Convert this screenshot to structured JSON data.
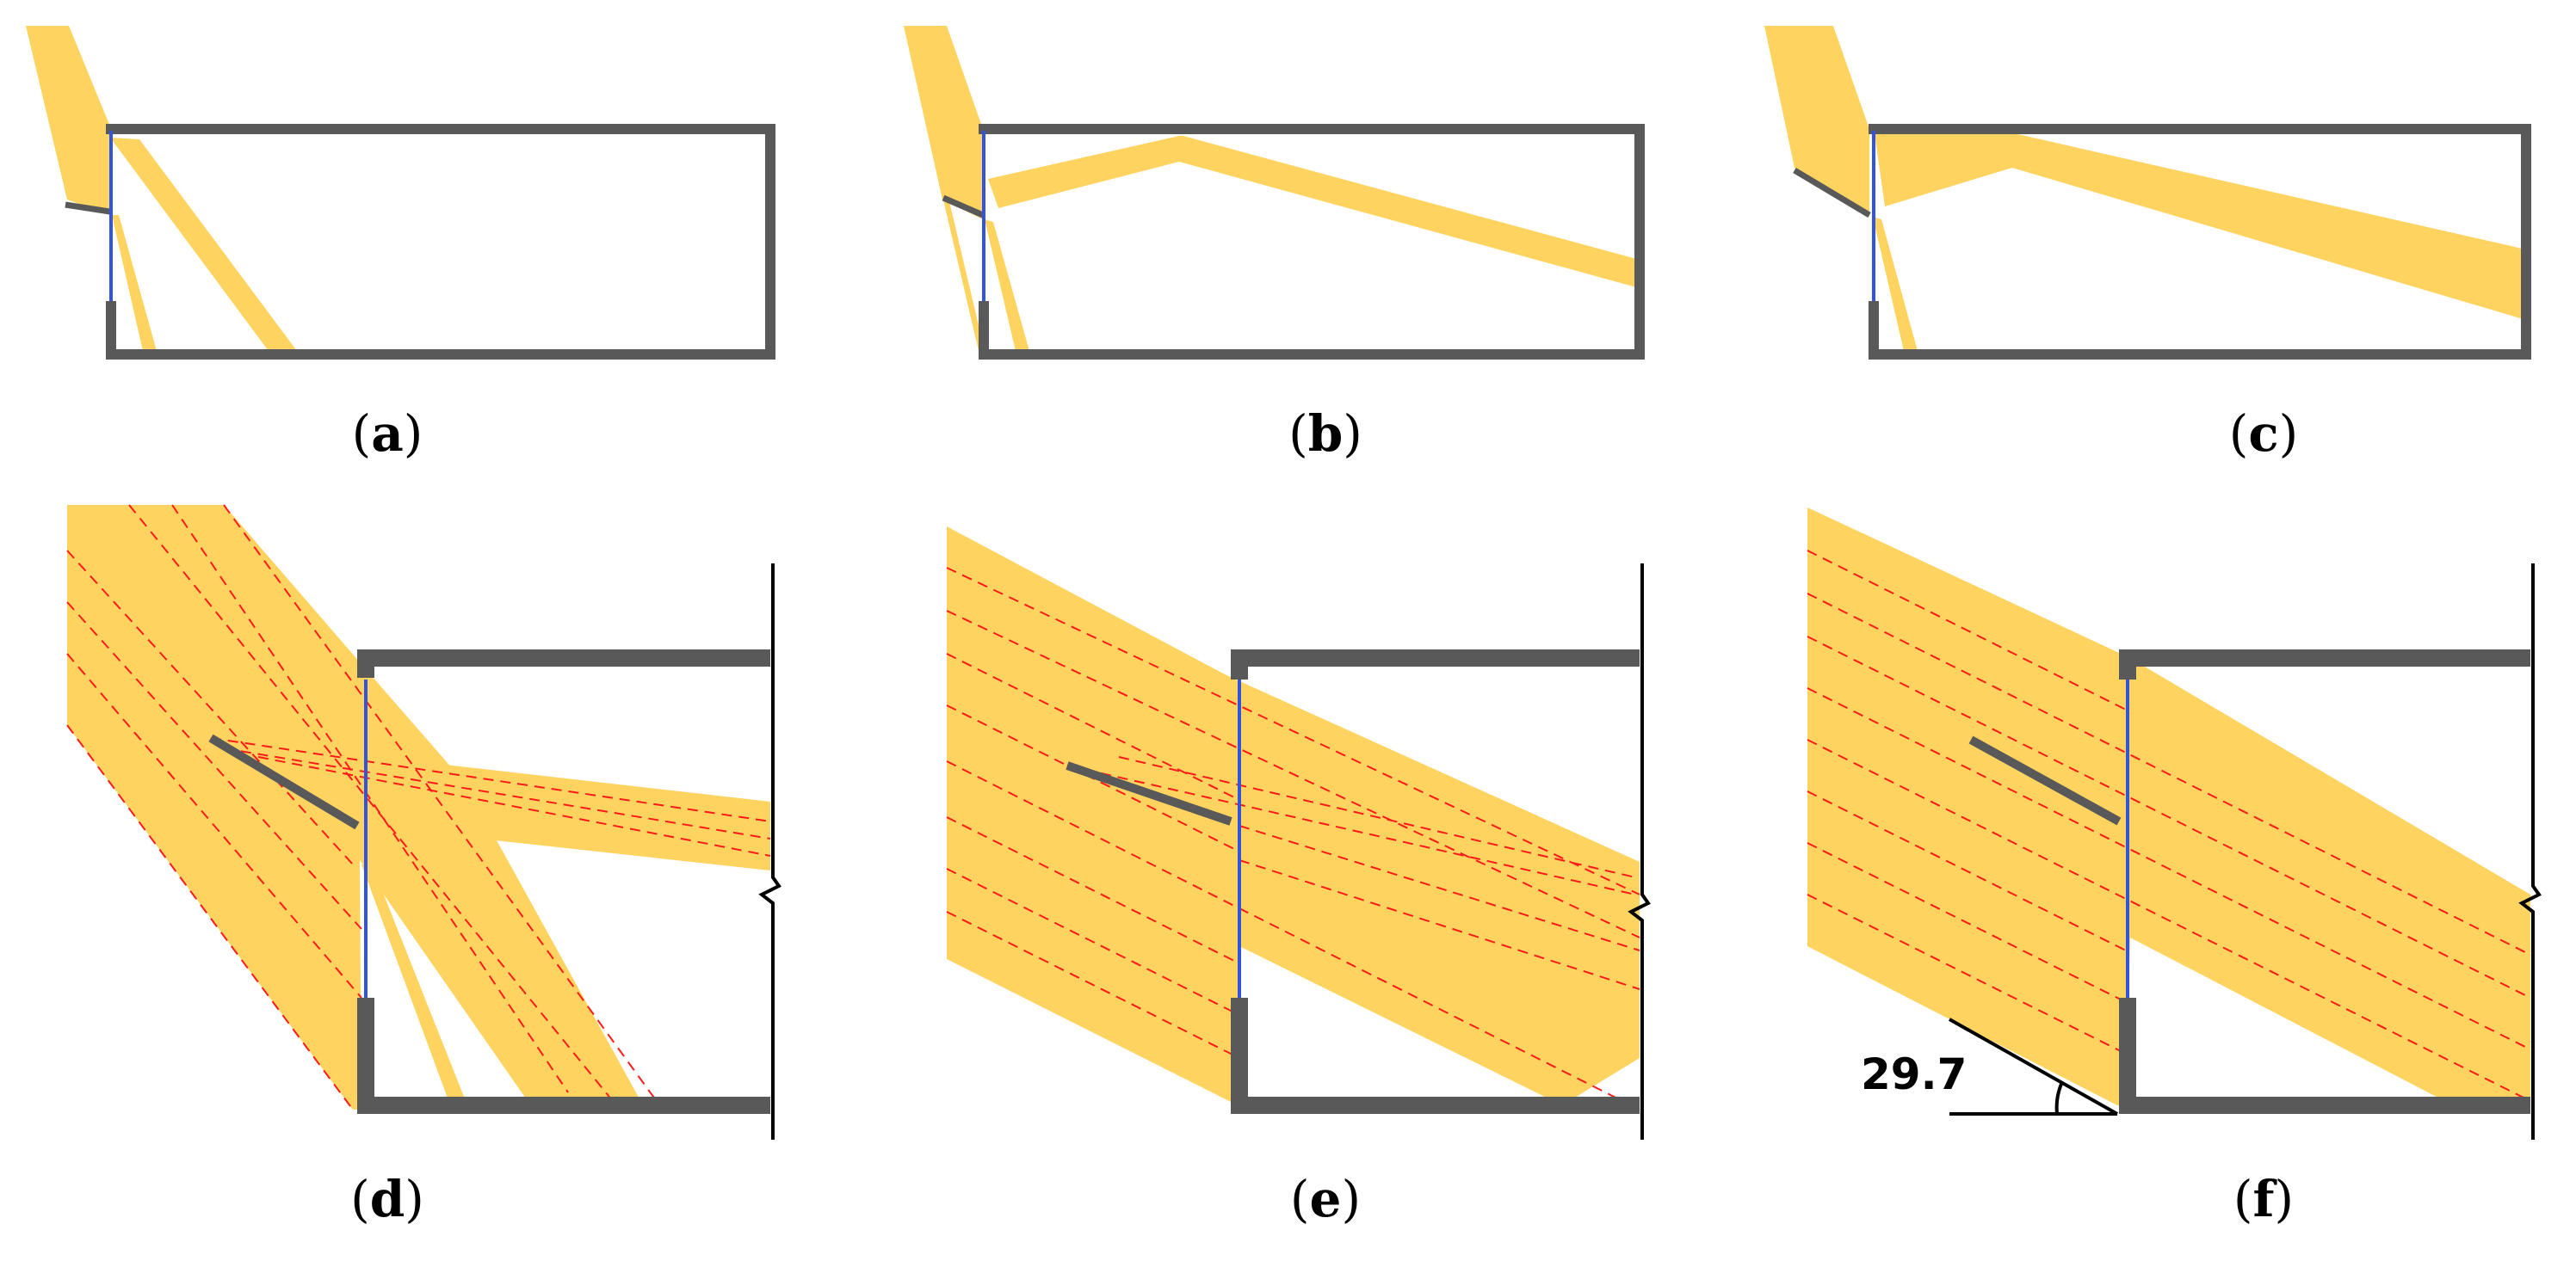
{
  "colors": {
    "light_beam": "#FFD35F",
    "wall": "#595959",
    "glazing": "#3355DD",
    "ray_line": "#FF1A1A",
    "dimension_line": "#000000",
    "background": "#FFFFFF"
  },
  "panels": [
    {
      "id": "a",
      "letter": "a"
    },
    {
      "id": "b",
      "letter": "b"
    },
    {
      "id": "c",
      "letter": "c"
    },
    {
      "id": "d",
      "letter": "d"
    },
    {
      "id": "e",
      "letter": "e"
    },
    {
      "id": "f",
      "letter": "f"
    }
  ],
  "angle_annotation": {
    "value": "29.7"
  }
}
